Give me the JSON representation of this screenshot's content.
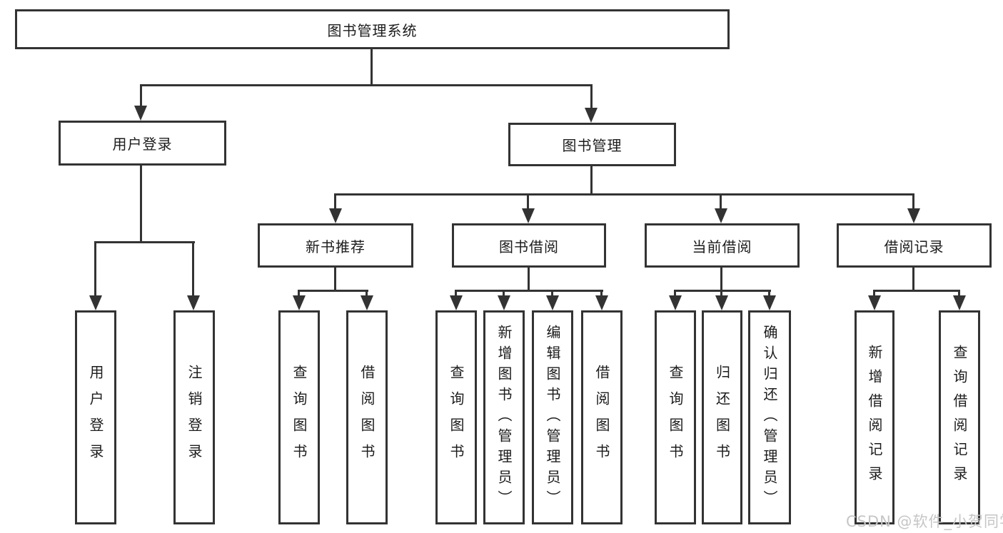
{
  "diagram": {
    "title": "图书管理系统",
    "root": {
      "label": "图书管理系统"
    },
    "level2": [
      {
        "label": "用户登录"
      },
      {
        "label": "图书管理"
      }
    ],
    "level3": [
      {
        "label": "新书推荐",
        "parent": "图书管理"
      },
      {
        "label": "图书借阅",
        "parent": "图书管理"
      },
      {
        "label": "当前借阅",
        "parent": "图书管理"
      },
      {
        "label": "借阅记录",
        "parent": "图书管理"
      }
    ],
    "leaves": [
      {
        "label": "用户登录",
        "parent": "用户登录"
      },
      {
        "label": "注销登录",
        "parent": "用户登录"
      },
      {
        "label": "查询图书",
        "parent": "新书推荐"
      },
      {
        "label": "借阅图书",
        "parent": "新书推荐"
      },
      {
        "label": "查询图书",
        "parent": "图书借阅"
      },
      {
        "label": "新增图书（管理员）",
        "parent": "图书借阅"
      },
      {
        "label": "编辑图书（管理员）",
        "parent": "图书借阅"
      },
      {
        "label": "借阅图书",
        "parent": "图书借阅"
      },
      {
        "label": "查询图书",
        "parent": "当前借阅"
      },
      {
        "label": "归还图书",
        "parent": "当前借阅"
      },
      {
        "label": "确认归还（管理员）",
        "parent": "当前借阅"
      },
      {
        "label": "新增借阅记录",
        "parent": "借阅记录"
      },
      {
        "label": "查询借阅记录",
        "parent": "借阅记录"
      }
    ],
    "colors": {
      "line": "#333333",
      "box_border": "#333333",
      "box_fill": "#ffffff",
      "text": "#1c1c1c",
      "watermark": "#c6c6c6"
    }
  },
  "watermark": "CSDN @软件_小贺同学"
}
